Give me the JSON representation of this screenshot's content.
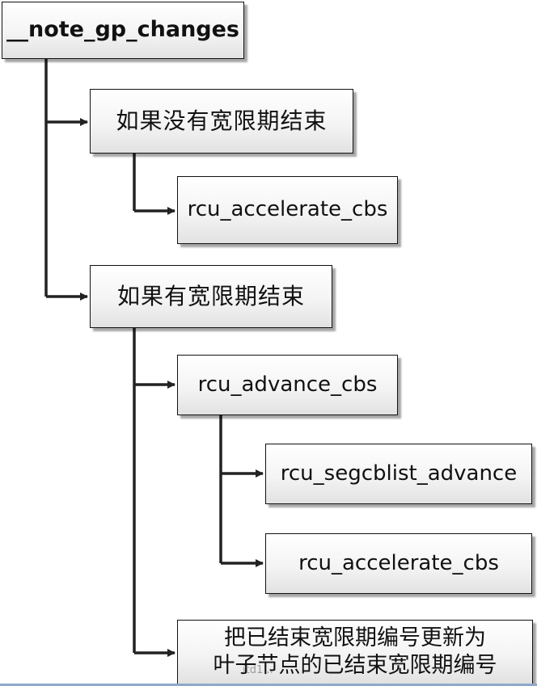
{
  "colors": {
    "line": "#222222",
    "box_border": "#111111",
    "box_fill_top": "#ffffff",
    "box_fill_bottom": "#e2e2e2"
  },
  "nodes": {
    "root": "__note_gp_changes",
    "no_gp_end": "如果没有宽限期结束",
    "accelerate_cbs_1": "rcu_accelerate_cbs",
    "gp_end": "如果有宽限期结束",
    "advance_cbs": "rcu_advance_cbs",
    "segcblist_advance": "rcu_segcblist_advance",
    "accelerate_cbs_2": "rcu_accelerate_cbs",
    "update_gp_line1": "把已结束宽限期编号更新为",
    "update_gp_line2": "叶子节点的已结束宽限期编号"
  },
  "watermark": "itd1..."
}
